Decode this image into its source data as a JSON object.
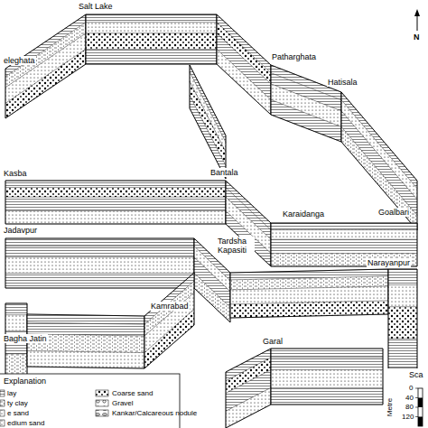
{
  "diagram": {
    "labels": [
      "Salt Lake",
      "eleghata",
      "Patharghata",
      "Hatisala",
      "Goalbari",
      "Bantala",
      "Karaidanga",
      "Kasba",
      "Jadavpur",
      "Tardsha Kapasiti",
      "Narayanpur",
      "Kamrabad",
      "Bagha Jatin",
      "Garal",
      "N",
      "Explanation",
      "Sca",
      "Metre",
      "0",
      "40",
      "80",
      "120"
    ],
    "legend": [
      {
        "text": "lay"
      },
      {
        "text": "ty clay"
      },
      {
        "text": "e sand"
      },
      {
        "text": "edium sand"
      },
      {
        "text": "Coarse sand"
      },
      {
        "text": "Gravel"
      },
      {
        "text": "Kankar/Calcareous nodule"
      }
    ]
  }
}
